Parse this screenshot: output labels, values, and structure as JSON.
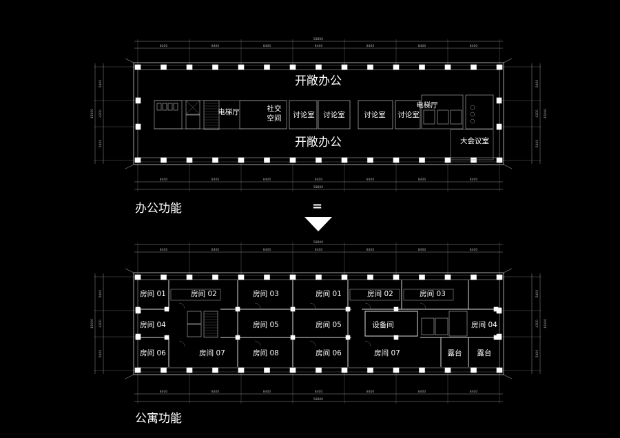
{
  "captions": {
    "office": "办公功能",
    "apartment": "公寓功能",
    "equals": "="
  },
  "dimensions": {
    "overall": "58800",
    "bay": "8400",
    "side_top": "5400",
    "side_mid": "4200",
    "side_bot": "5400",
    "side_total": "15000"
  },
  "office_plan": {
    "open_top": "开敞办公",
    "open_bottom": "开敞办公",
    "elevator_left": "电梯厅",
    "social_1": "社交",
    "social_2": "空间",
    "discuss_1": "讨论室",
    "discuss_2": "讨论室",
    "discuss_3": "讨论室",
    "discuss_4": "讨论室",
    "elevator_right": "电梯厅",
    "meeting": "大会议室"
  },
  "apartment_plan": {
    "rooms": {
      "r1": "房间 01",
      "r2": "房间 02",
      "r3": "房间 03",
      "r4": "房间 01",
      "r5": "房间 02",
      "r6": "房间 03",
      "r7": "房间 04",
      "r8": "房间 05",
      "r9": "房间 05",
      "r10": "设备间",
      "r11": "房间 04",
      "r12": "房间 06",
      "r13": "房间 07",
      "r14": "房间 08",
      "r15": "房间 06",
      "r16": "房间 07",
      "r17": "露台",
      "r18": "露台"
    }
  }
}
